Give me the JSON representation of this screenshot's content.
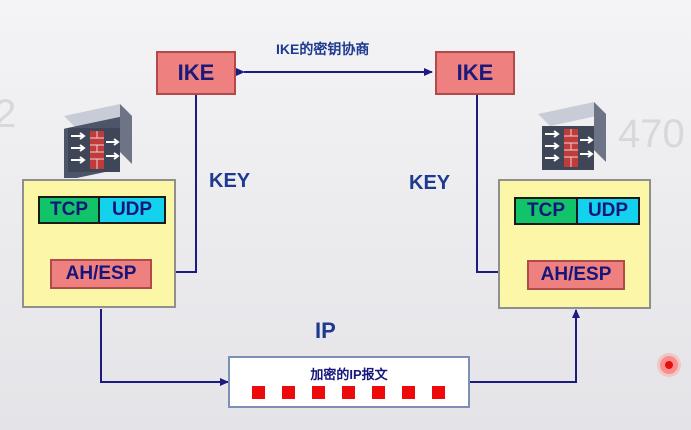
{
  "ike_left_label": "IKE",
  "ike_right_label": "IKE",
  "negotiation_label": "IKE的密钥协商",
  "key_left_label": "KEY",
  "key_right_label": "KEY",
  "ip_label": "IP",
  "left_host": {
    "tcp_label": "TCP",
    "udp_label": "UDP",
    "ahesp_label": "AH/ESP"
  },
  "right_host": {
    "tcp_label": "TCP",
    "udp_label": "UDP",
    "ahesp_label": "AH/ESP"
  },
  "packet_label": "加密的IP报文",
  "packet_block_count": 7,
  "colors": {
    "ike_fill": "#ee8080",
    "host_panel": "#fbf7a6",
    "tcp": "#11c46a",
    "udp": "#13d2ee",
    "arrow": "#1c1c80",
    "packet_block": "#ee0a0a"
  },
  "icons": [
    "firewall-icon",
    "record-indicator-icon"
  ]
}
